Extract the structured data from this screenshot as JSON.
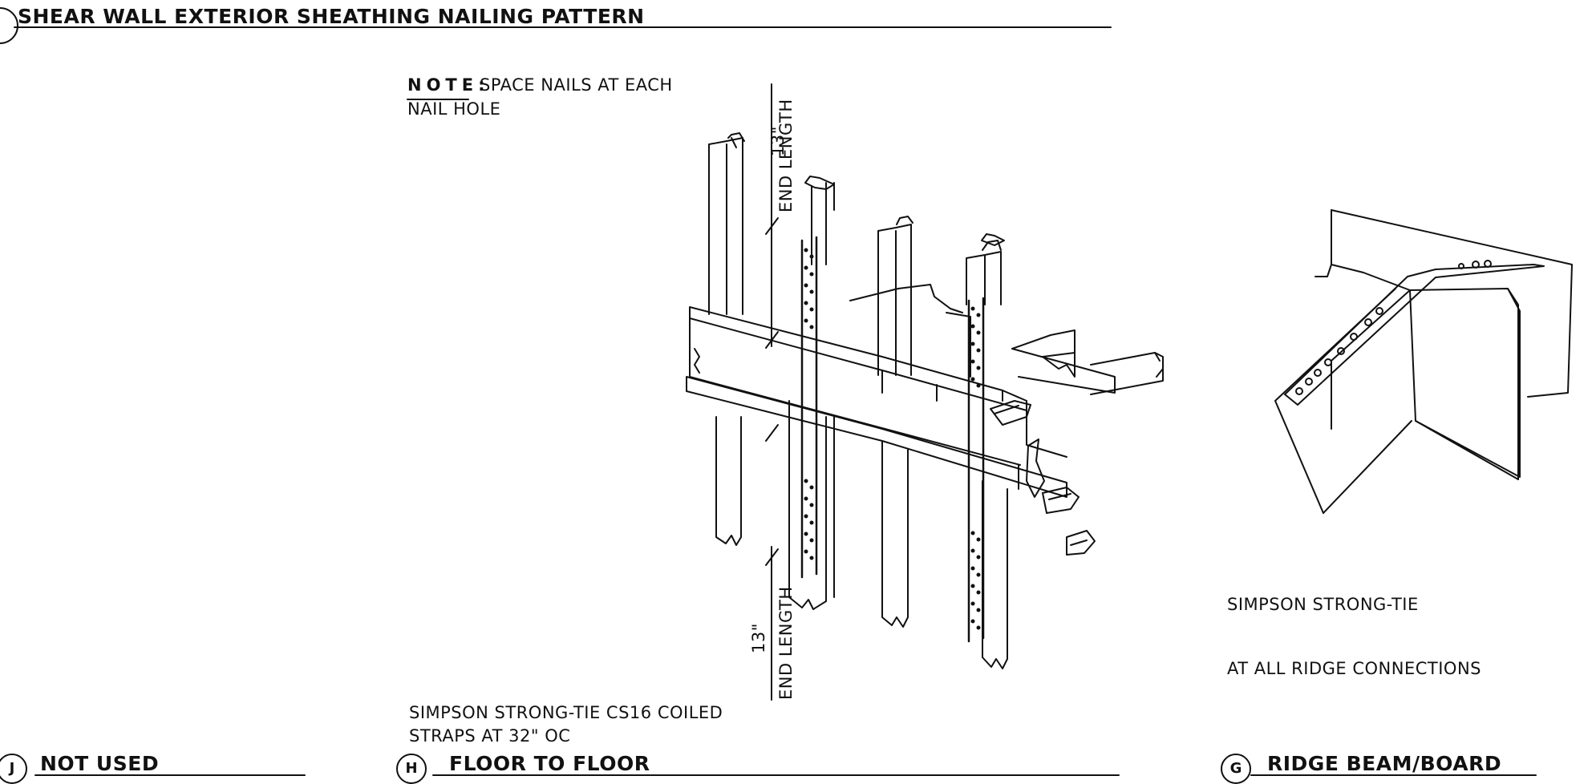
{
  "detail_top": {
    "title": "SHEAR WALL EXTERIOR SHEATHING NAILING PATTERN"
  },
  "detail_h": {
    "bubble": "H",
    "title": "FLOOR TO FLOOR",
    "note_label": "NOTE:",
    "note_line1": "SPACE NAILS AT EACH",
    "note_line2": "NAIL HOLE",
    "dim_value": "13\"",
    "dim_label": "END LENGTH",
    "strap_line1": "SIMPSON STRONG-TIE CS16 COILED",
    "strap_line2": "STRAPS AT 32\" OC"
  },
  "detail_j": {
    "bubble": "J",
    "title": "NOT USED"
  },
  "detail_g": {
    "bubble": "G",
    "title": "RIDGE BEAM/BOARD",
    "line1": "SIMPSON STRONG-TIE",
    "line2": "AT ALL RIDGE CONNECTIONS"
  }
}
